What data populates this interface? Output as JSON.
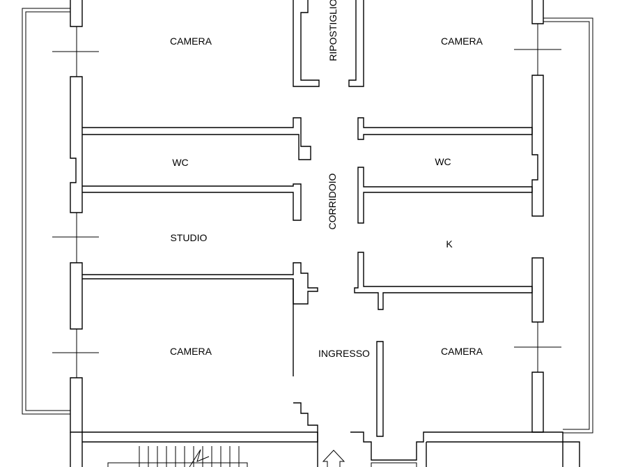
{
  "plan": {
    "rooms": {
      "camera_top_left": "CAMERA",
      "camera_top_right": "CAMERA",
      "ripostiglio": "RIPOSTIGLIO",
      "wc_left": "WC",
      "wc_right": "WC",
      "corridoio": "CORRIDOIO",
      "studio": "STUDIO",
      "k": "K",
      "camera_bottom_left": "CAMERA",
      "ingresso": "INGRESSO",
      "camera_bottom_right": "CAMERA"
    }
  }
}
